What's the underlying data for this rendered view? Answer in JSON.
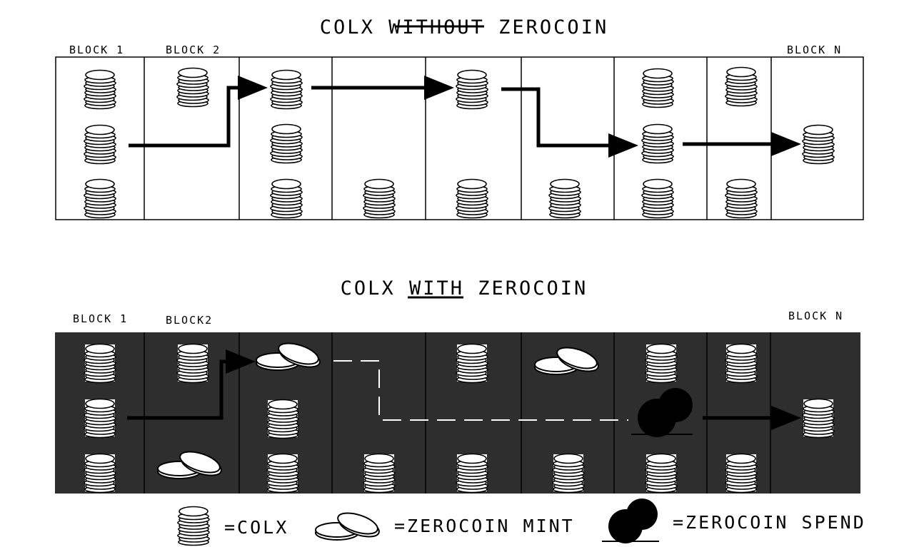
{
  "top_diagram": {
    "title_prefix": "COLX",
    "title_struck": "WITHOUT",
    "title_suffix": "ZEROCOIN",
    "labels": {
      "block1": "BLOCK 1",
      "block2": "BLOCK 2",
      "blockn": "BLOCK N"
    }
  },
  "bottom_diagram": {
    "title_prefix": "COLX",
    "title_underlined": "WITH",
    "title_suffix": "ZEROCOIN",
    "labels": {
      "block1": "BLOCK 1",
      "block2": "BLOCK2",
      "blockn": "BLOCK N"
    }
  },
  "legend": {
    "colx": "=COLX",
    "mint": "=ZEROCOIN MINT",
    "spend": "=ZEROCOIN SPEND"
  },
  "colors": {
    "background": "#ffffff",
    "dark_panel": "#2e2e2e",
    "ink": "#000000",
    "coin_fill": "#ffffff"
  },
  "icons": [
    "colx-coin-stack-icon",
    "zerocoin-mint-icon",
    "zerocoin-spend-icon",
    "arrow-icon"
  ]
}
